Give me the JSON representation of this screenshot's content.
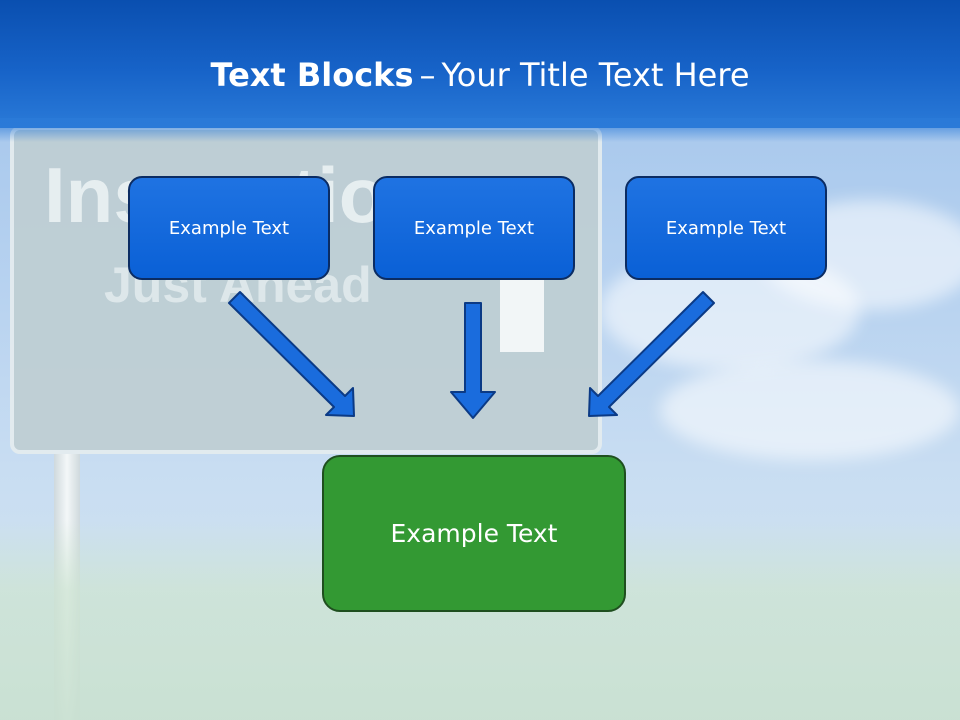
{
  "slide": {
    "title_bold": "Text Blocks",
    "title_dash": "–",
    "title_rest": "Your Title Text Here",
    "background": {
      "sign_line_1": "Inspection",
      "sign_line_2": "Just Ahead"
    },
    "top_boxes": [
      {
        "label": "Example Text"
      },
      {
        "label": "Example Text"
      },
      {
        "label": "Example Text"
      }
    ],
    "bottom_box": {
      "label": "Example Text"
    }
  },
  "colors": {
    "title_bar": "#0a4fb0",
    "box_blue": "#1a6cdd",
    "box_green": "#339933",
    "arrow": "#1a6cdd"
  }
}
